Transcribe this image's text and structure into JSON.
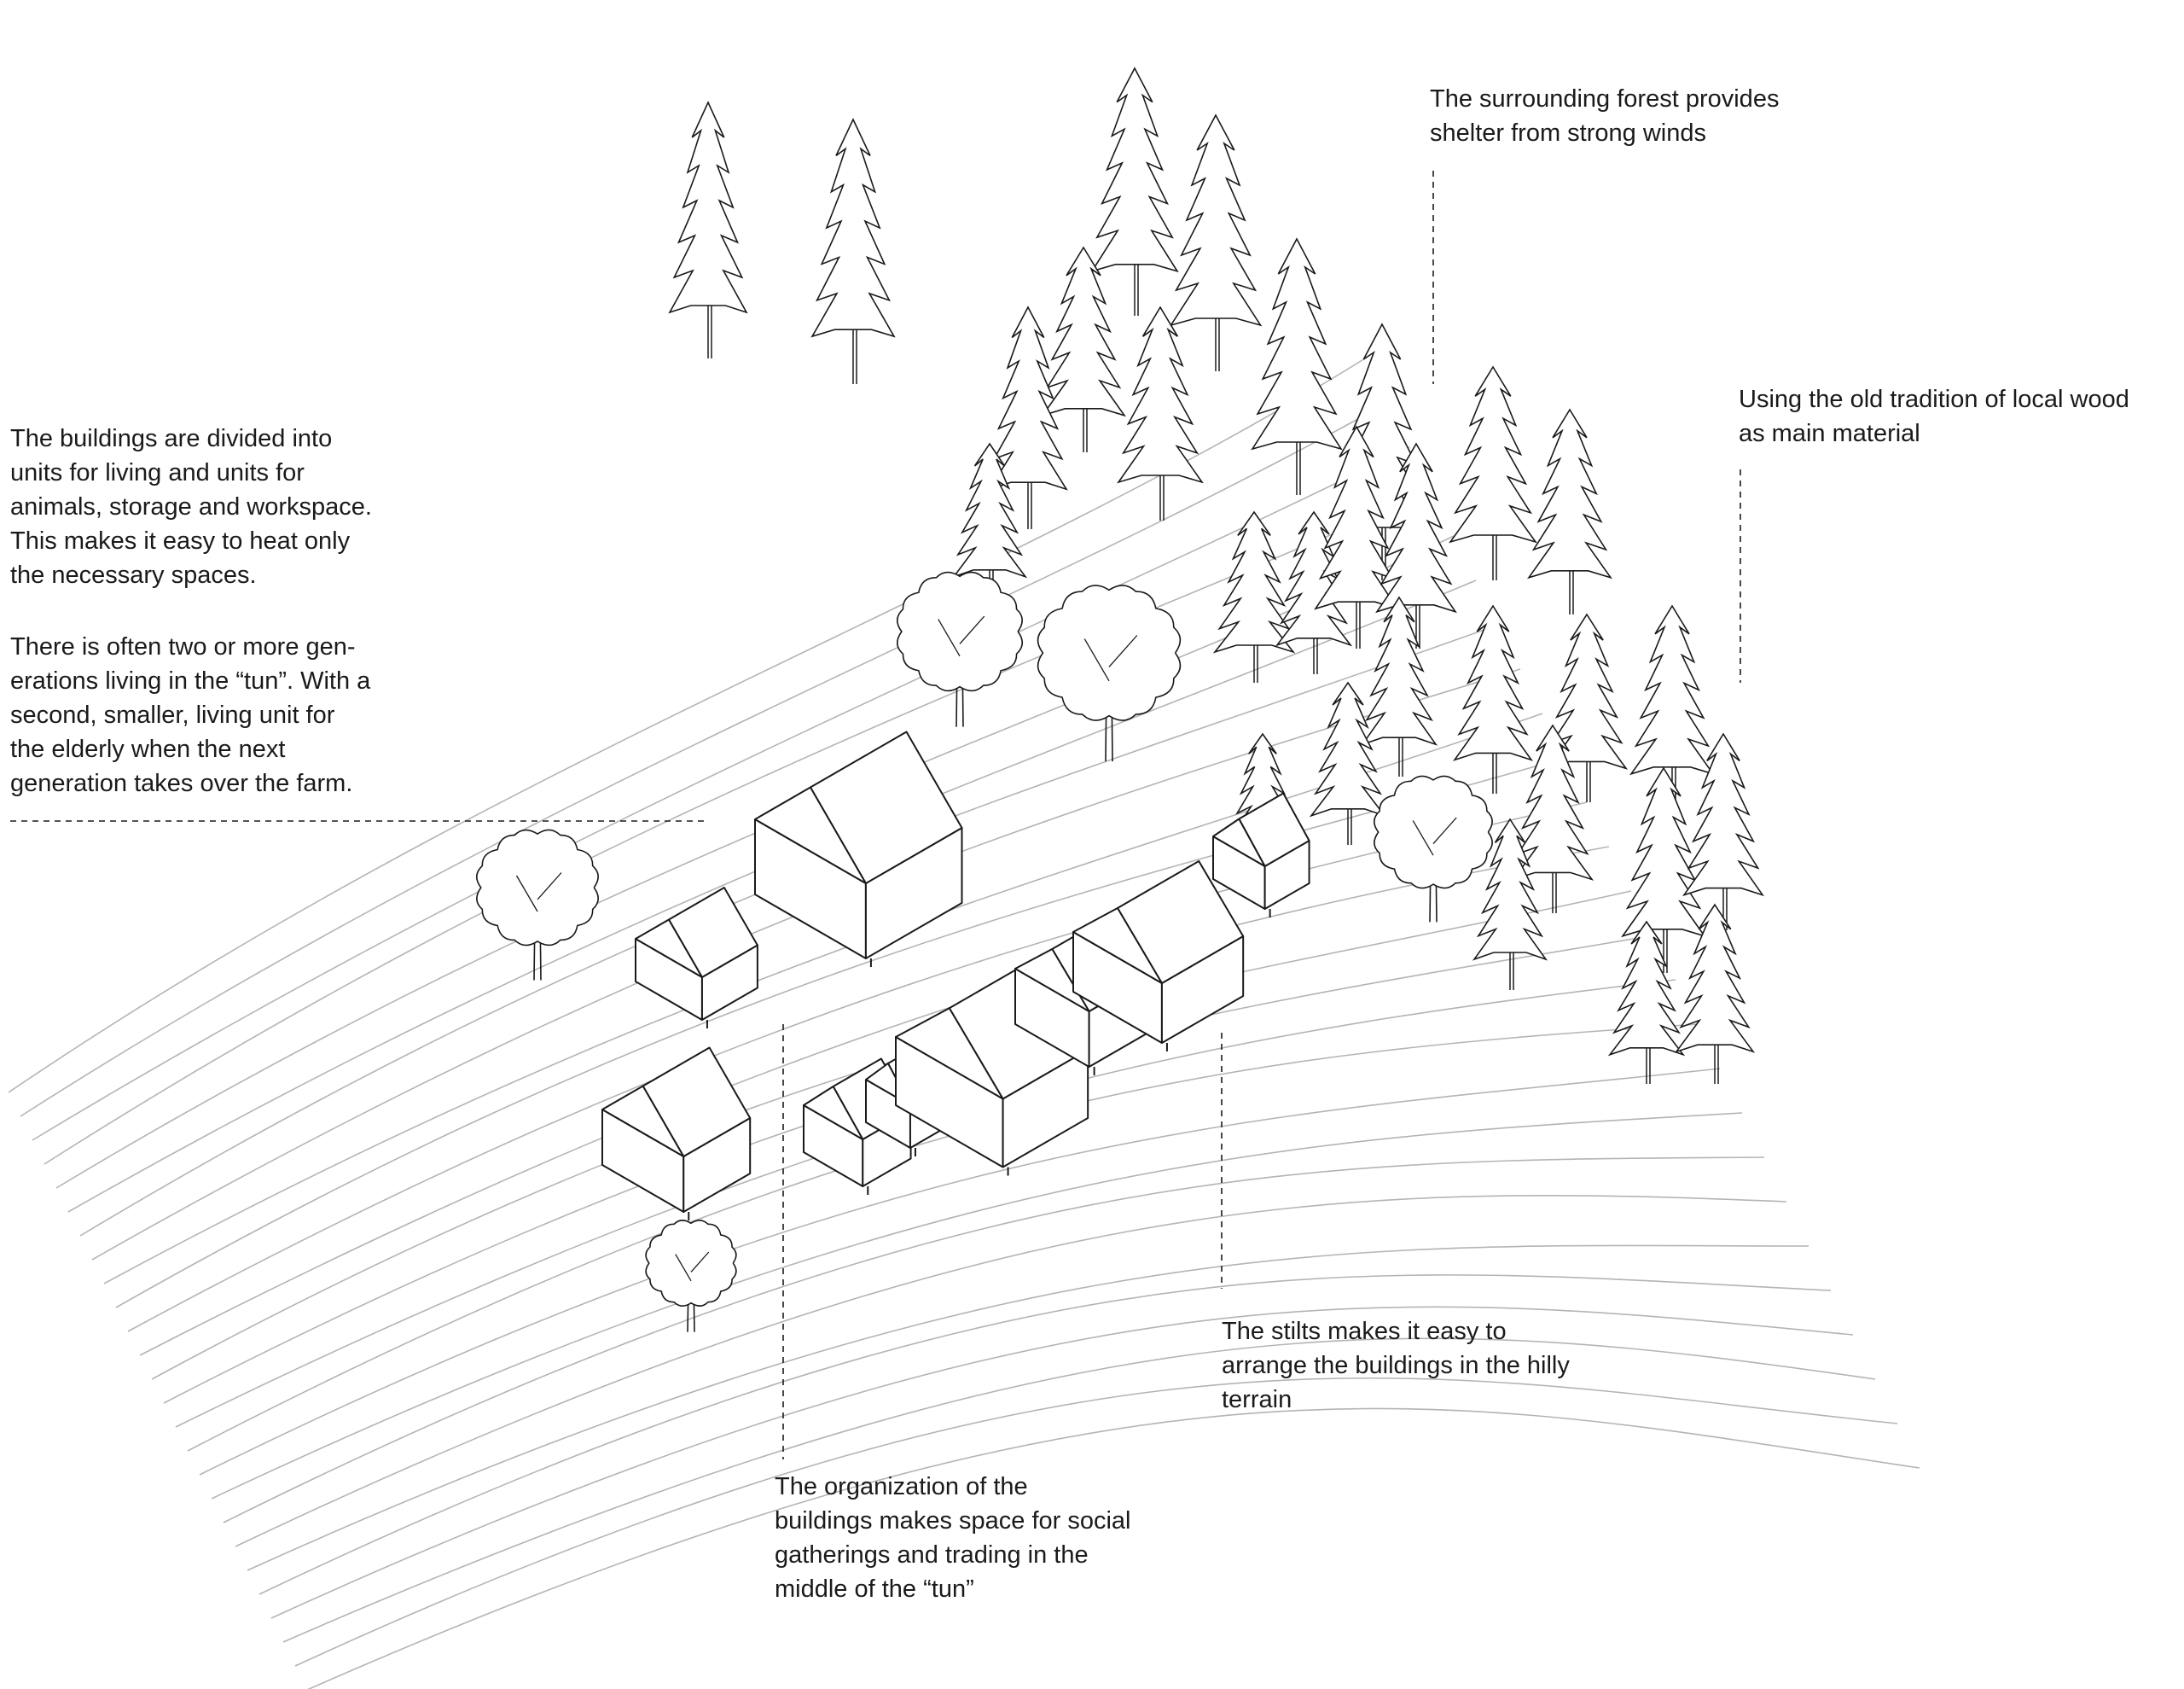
{
  "annotations": {
    "forest": "The surrounding forest provides\nshelter from strong winds",
    "wood": "Using the old tradition of local wood\nas main material",
    "units": "The buildings are divided into\nunits for living and units for\nanimals, storage and workspace.\nThis makes it easy to heat only\nthe necessary spaces.",
    "generations": "There is often two or more gen-\nerations living in the “tun”. With a\nsecond, smaller, living unit for\nthe elderly when the next\ngeneration takes over the farm.",
    "stilts": "The stilts makes it easy to\narrange the buildings in the hilly\nterrain",
    "organization": "The organization of the\nbuildings makes space for social\ngatherings and trading in the\nmiddle of the “tun”"
  },
  "colors": {
    "ink": "#1a1a1a",
    "contour": "#b4b4b4",
    "background": "#ffffff"
  },
  "icons": [
    "conifer-tree-icon",
    "deciduous-tree-icon",
    "gable-house-icon"
  ]
}
